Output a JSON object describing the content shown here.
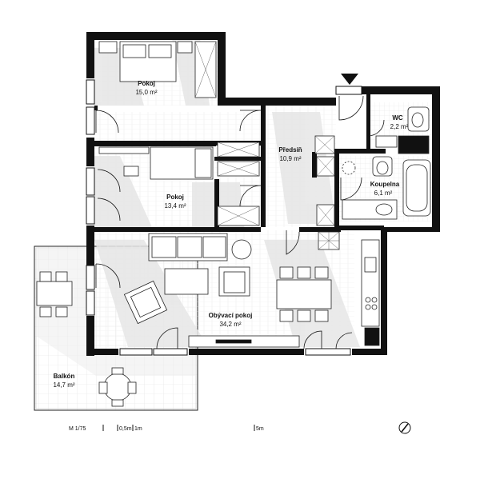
{
  "rooms": {
    "pokoj1": {
      "name": "Pokoj",
      "area": "15,0 m²"
    },
    "pokoj2": {
      "name": "Pokoj",
      "area": "13,4 m²"
    },
    "predsin": {
      "name": "Předsíň",
      "area": "10,9 m²"
    },
    "wc": {
      "name": "WC",
      "area": "2,2 m²"
    },
    "koupelna": {
      "name": "Koupelna",
      "area": "6,1 m²"
    },
    "obyvaci": {
      "name": "Obývací pokoj",
      "area": "34,2 m²"
    },
    "balkon": {
      "name": "Balkón",
      "area": "14,7 m²"
    }
  },
  "scale": {
    "ratio": "M 1/75",
    "tick_05": "0,5m",
    "tick_1": "1m",
    "tick_5": "5m"
  },
  "icons": {
    "entrance": "entrance-arrow-icon",
    "compass": "compass-icon"
  },
  "colors": {
    "wall": "#111111",
    "shadow": "#e9e9e9",
    "floor_lines": "#efefef"
  }
}
